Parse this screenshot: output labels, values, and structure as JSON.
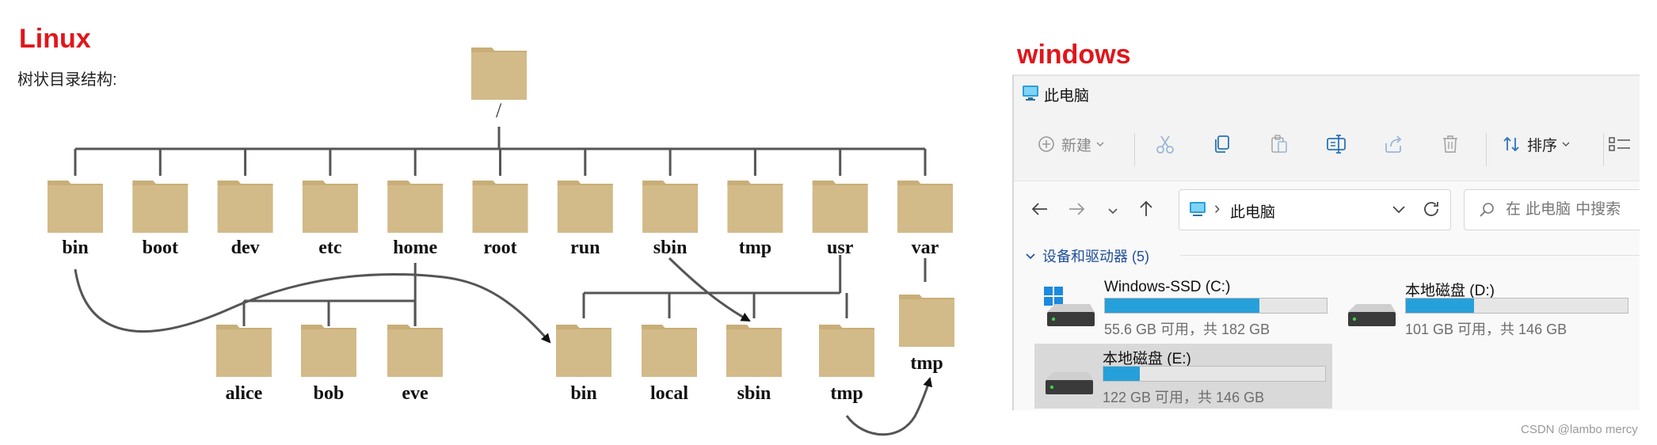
{
  "linux": {
    "title": "Linux",
    "subtitle": "树状目录结构:",
    "root_label": "/",
    "top_dirs": [
      "bin",
      "boot",
      "dev",
      "etc",
      "home",
      "root",
      "run",
      "sbin",
      "tmp",
      "usr",
      "var"
    ],
    "home_children": [
      "alice",
      "bob",
      "eve"
    ],
    "usr_children": [
      "bin",
      "local",
      "sbin",
      "tmp"
    ],
    "var_children": [
      "tmp"
    ],
    "colors": {
      "folder": "#d2ba89",
      "folder_tab": "#c9ae78",
      "line": "#555555"
    }
  },
  "windows": {
    "title": "windows",
    "window_title": "此电脑",
    "toolbar": {
      "new_label": "新建",
      "icons": [
        "plus-circle-icon",
        "cut-icon",
        "copy-icon",
        "paste-icon",
        "rename-icon",
        "share-icon",
        "delete-icon"
      ],
      "sort_label": "排序"
    },
    "nav": {
      "address_text": "此电脑",
      "search_placeholder": "在 此电脑 中搜索"
    },
    "group_header": "设备和驱动器 (5)",
    "drives": [
      {
        "name": "Windows-SSD (C:)",
        "info": "55.6 GB 可用，共 182 GB",
        "used_fraction": 0.695,
        "system": true,
        "selected": false
      },
      {
        "name": "本地磁盘 (D:)",
        "info": "101 GB 可用，共 146 GB",
        "used_fraction": 0.308,
        "system": false,
        "selected": false
      },
      {
        "name": "本地磁盘 (E:)",
        "info": "122 GB 可用，共 146 GB",
        "used_fraction": 0.164,
        "system": false,
        "selected": true
      }
    ],
    "colors": {
      "bar_fill": "#26a0da",
      "accent": "#1f4e9c"
    }
  },
  "watermark": "CSDN @lambo mercy"
}
